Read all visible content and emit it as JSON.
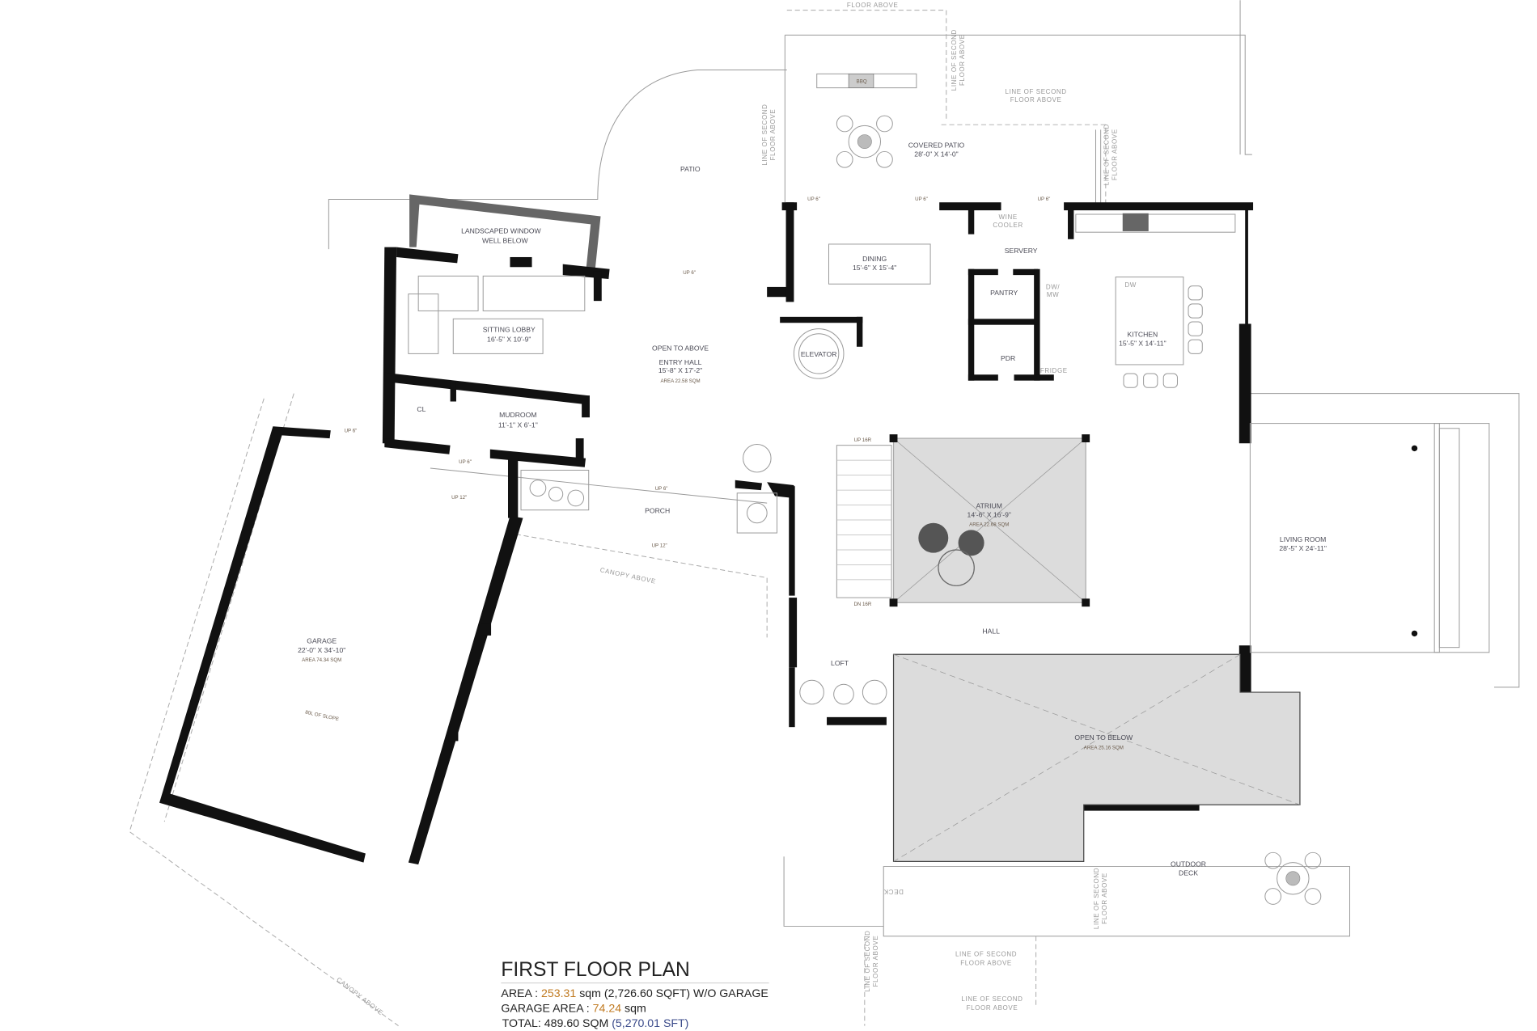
{
  "plan": {
    "title": "FIRST FLOOR PLAN",
    "area_prefix": "AREA : ",
    "area_sqm": "253.31",
    "area_rest": " sqm  (2,726.60 SQFT) W/O GARAGE",
    "garage_prefix": "GARAGE AREA : ",
    "garage_sqm": "74.24",
    "garage_rest": " sqm",
    "total_prefix": "TOTAL: 489.60 SQM  ",
    "total_sft": "(5,270.01 SFT)"
  },
  "rooms": {
    "patio": {
      "name": "PATIO"
    },
    "covered_patio": {
      "name": "COVERED PATIO",
      "dims": "28'-0\" X 14'-0\""
    },
    "bbq": {
      "name": "BBQ"
    },
    "landscaped": {
      "name": "LANDSCAPED WINDOW",
      "name2": "WELL BELOW"
    },
    "sitting": {
      "name": "SITTING LOBBY",
      "dims": "16'-5\" X 10'-9\""
    },
    "entry": {
      "name0": "OPEN TO ABOVE",
      "name": "ENTRY HALL",
      "dims": "15'-8\" X 17'-2\"",
      "area": "AREA 22.58 SQM"
    },
    "cl": {
      "name": "CL"
    },
    "mudroom": {
      "name": "MUDROOM",
      "dims": "11'-1\" X 6'-1\""
    },
    "porch": {
      "name": "PORCH"
    },
    "garage": {
      "name": "GARAGE",
      "dims": "22'-0\" X 34'-10\"",
      "area": "AREA 74.34 SQM",
      "note": "80L OF SLOPE"
    },
    "dining": {
      "name": "DINING",
      "dims": "15'-6\" X 15'-4\""
    },
    "servery": {
      "name": "SERVERY"
    },
    "wine": {
      "name": "WINE",
      "name2": "COOLER"
    },
    "pantry": {
      "name": "PANTRY"
    },
    "dwmw": {
      "name": "DW/",
      "name2": "MW"
    },
    "pdr": {
      "name": "PDR"
    },
    "fridge": {
      "name": "FRIDGE"
    },
    "elevator": {
      "name": "ELEVATOR"
    },
    "kitchen": {
      "name": "KITCHEN",
      "dims": "15'-5\" X 14'-11\"",
      "dw": "DW"
    },
    "atrium": {
      "name": "ATRIUM",
      "dims": "14'-6\" X 16'-9\"",
      "area": "AREA 22.68 SQM"
    },
    "hall": {
      "name": "HALL"
    },
    "loft": {
      "name": "LOFT"
    },
    "living": {
      "name": "LIVING ROOM",
      "dims": "28'-5\" X 24'-11\""
    },
    "open_below": {
      "name": "OPEN TO BELOW",
      "area": "AREA 25.16 SQM"
    },
    "deck": {
      "name": "OUTDOOR",
      "name2": "DECK"
    },
    "deck_small": {
      "name": "DECK"
    }
  },
  "notes": {
    "floor_above": "FLOOR ABOVE",
    "line1": "LINE OF SECOND",
    "line2": "FLOOR ABOVE",
    "canopy": "CANOPY ABOVE",
    "canopy_small": "CANOPY ABOVE",
    "up6": "UP 6\"",
    "up12": "UP 12\"",
    "up_stair": "UP 16R",
    "dn_stair": "DN 16R"
  }
}
